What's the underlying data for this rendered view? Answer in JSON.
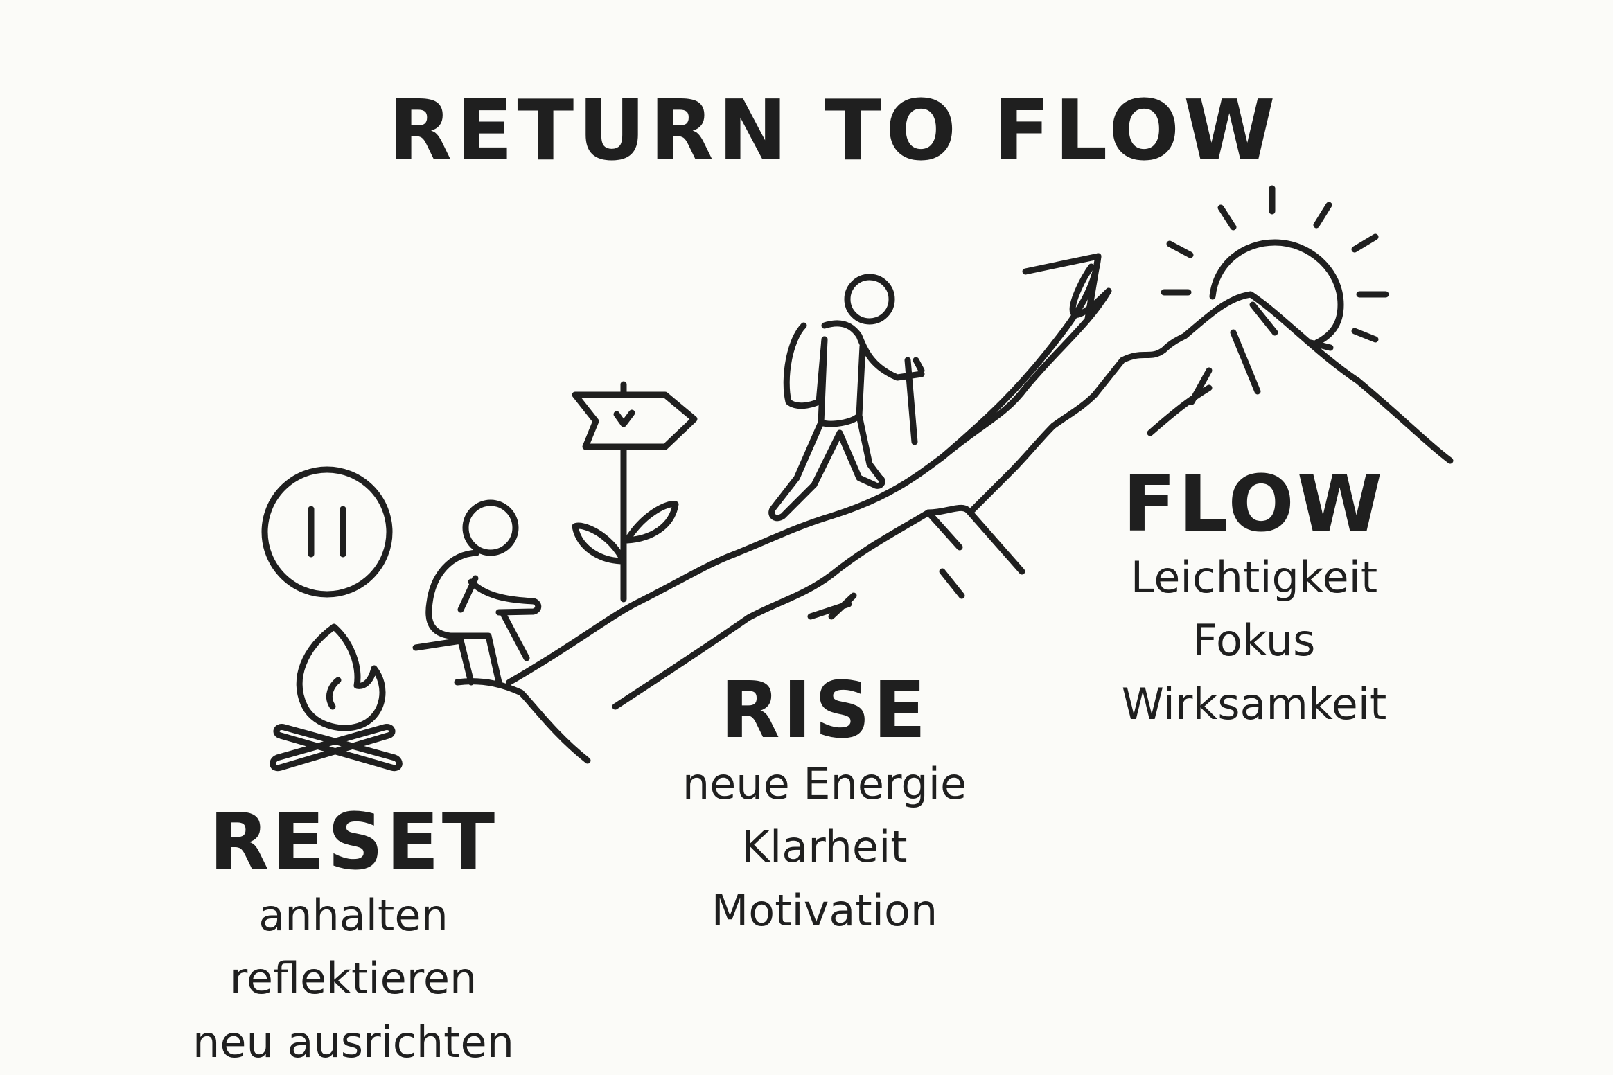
{
  "title": "RETURN TO FLOW",
  "stages": [
    {
      "heading": "RESET",
      "lines": [
        "anhalten",
        "reflektieren",
        "neu ausrichten"
      ]
    },
    {
      "heading": "RISE",
      "lines": [
        "neue Energie",
        "Klarheit",
        "Motivation"
      ]
    },
    {
      "heading": "FLOW",
      "lines": [
        "Leichtigkeit",
        "Fokus",
        "Wirksamkeit"
      ]
    }
  ],
  "icons": [
    "pause-icon",
    "campfire-icon",
    "sitting-person-icon",
    "signpost-icon",
    "sprout-icon",
    "hiker-icon",
    "rising-arrow-icon",
    "mountain-icon",
    "sun-icon"
  ]
}
